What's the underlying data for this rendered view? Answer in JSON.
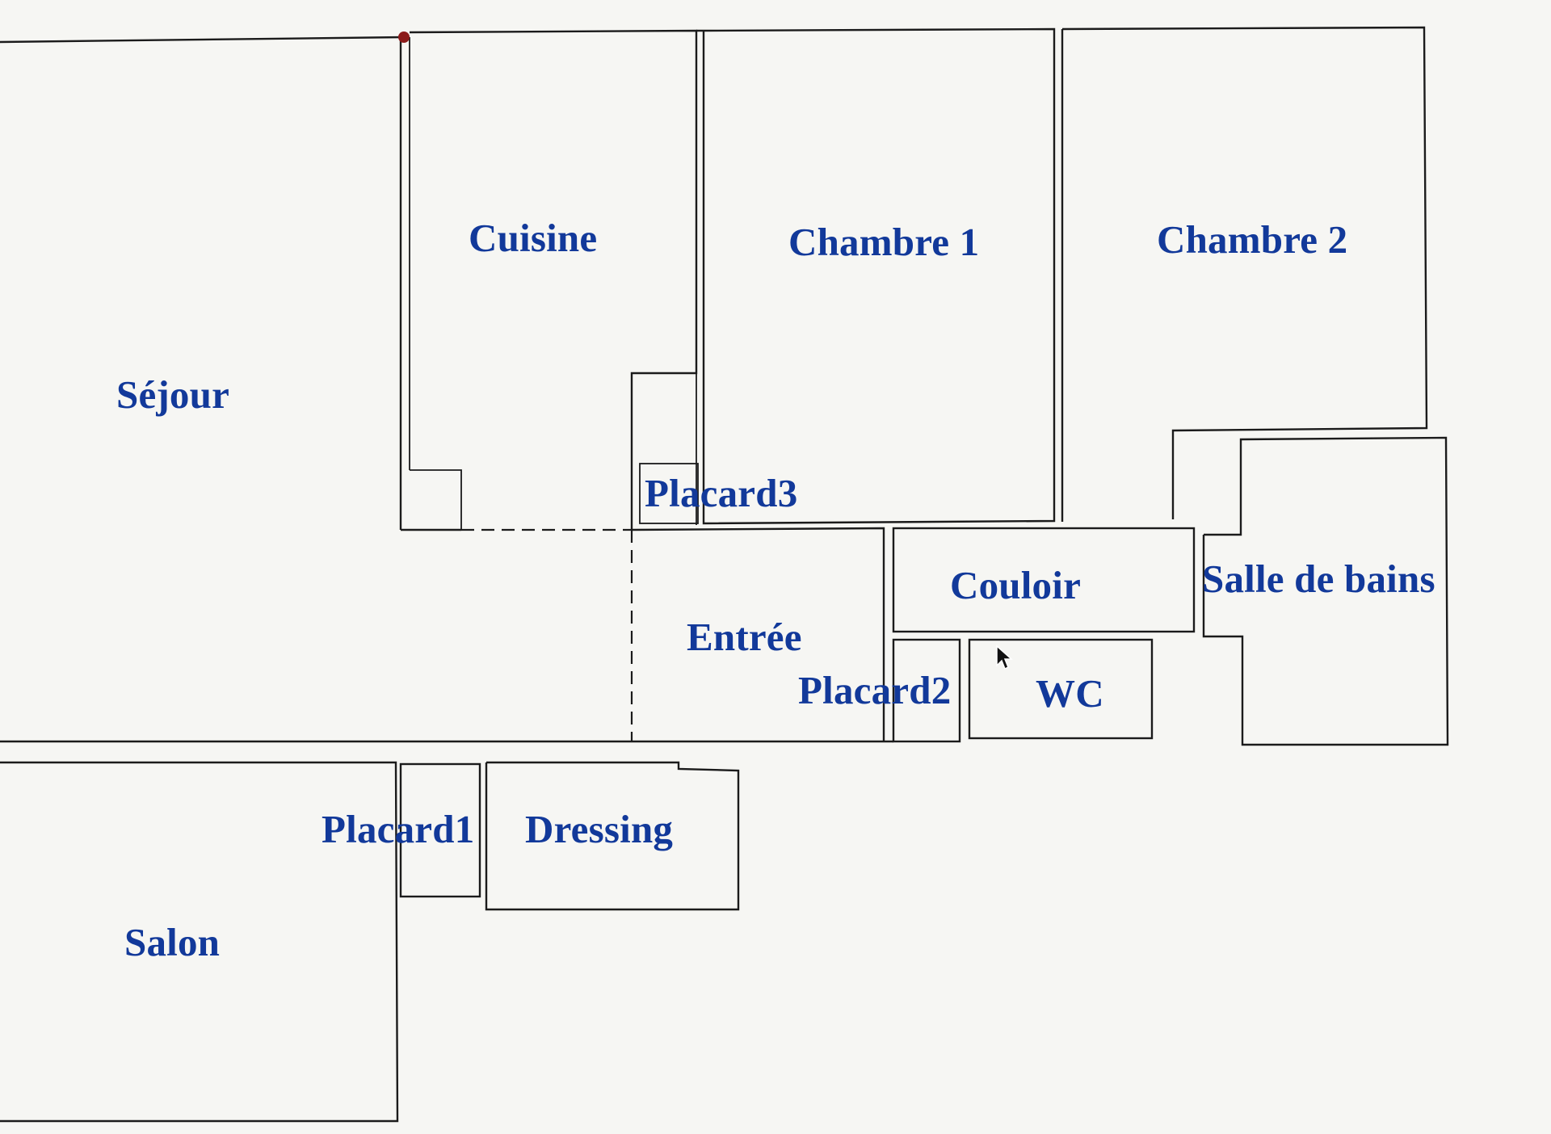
{
  "rooms": {
    "sejour": "Séjour",
    "cuisine": "Cuisine",
    "chambre1": "Chambre 1",
    "chambre2": "Chambre 2",
    "placard3": "Placard3",
    "couloir": "Couloir",
    "salle_de_bains": "Salle de bains",
    "entree": "Entrée",
    "placard2": "Placard2",
    "wc": "WC",
    "placard1": "Placard1",
    "dressing": "Dressing",
    "salon": "Salon"
  },
  "colors": {
    "label": "#12399a",
    "walls": "#1b1b1b",
    "background": "#f6f6f3",
    "marker": "#8b1a1a"
  }
}
